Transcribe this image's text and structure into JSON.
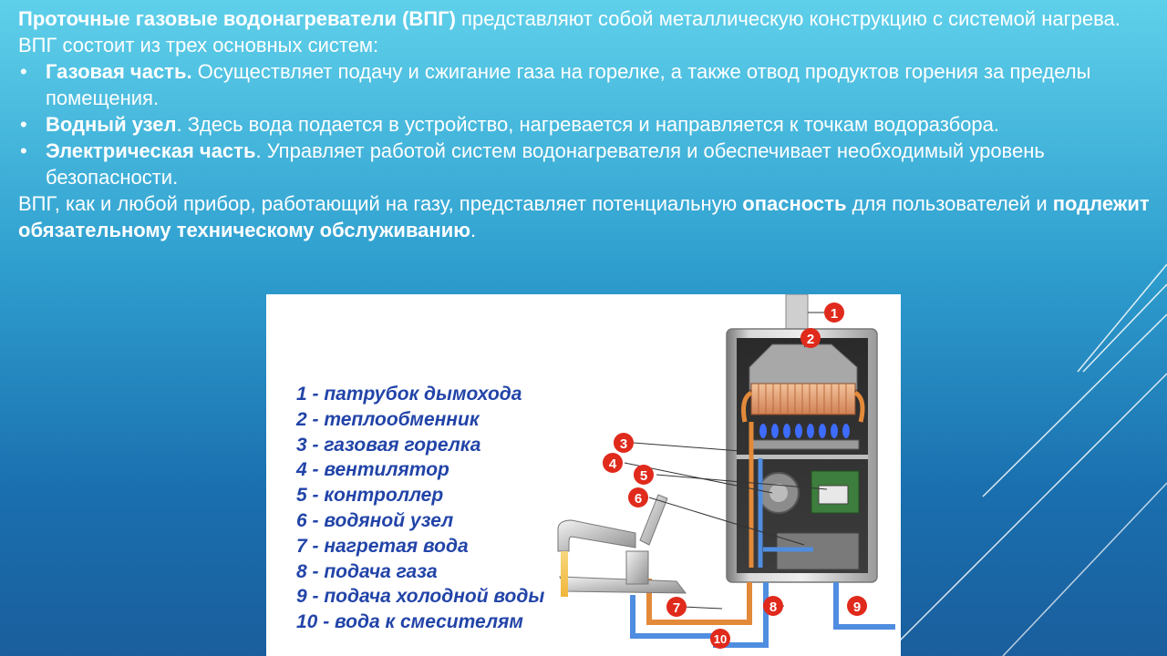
{
  "intro": {
    "strong": "Проточные газовые водонагреватели (ВПГ)",
    "text": " представляют собой металлическую конструкцию с системой нагрева."
  },
  "systems_heading": "ВПГ состоит из трех основных систем:",
  "systems": [
    {
      "title": "Газовая часть.",
      "text": " Осуществляет подачу и сжигание газа на горелке, а также отвод продуктов горения за пределы помещения."
    },
    {
      "title": "Водный узел",
      "text": ". Здесь вода подается в устройство, нагревается и направляется к точкам водоразбора."
    },
    {
      "title": "Электрическая часть",
      "text": ". Управляет работой систем водонагревателя и обеспечивает необходимый уровень безопасности."
    }
  ],
  "conclusion": {
    "part1": "ВПГ, как и любой прибор, работающий на газу, представляет потенциальную ",
    "strong1": "опасность",
    "part2": " для пользователей и ",
    "strong2": "подлежит обязательному техническому обслуживанию",
    "part3": "."
  },
  "diagram": {
    "legend": [
      "1 - патрубок дымохода",
      "2 - теплообменник",
      "3 - газовая горелка",
      "4 - вентилятор",
      "5 - контроллер",
      "6 - водяной узел",
      "7 - нагретая вода",
      "8 - подача газа",
      "9 - подача холодной воды",
      "10 - вода к смесителям"
    ],
    "callouts": [
      "1",
      "2",
      "3",
      "4",
      "5",
      "6",
      "7",
      "8",
      "9",
      "10"
    ]
  },
  "colors": {
    "background_top": "#5fd0ea",
    "background_bottom": "#1a5e9d",
    "text": "#ffffff",
    "legend_text": "#2244a8",
    "callout_red": "#e02a1c"
  }
}
